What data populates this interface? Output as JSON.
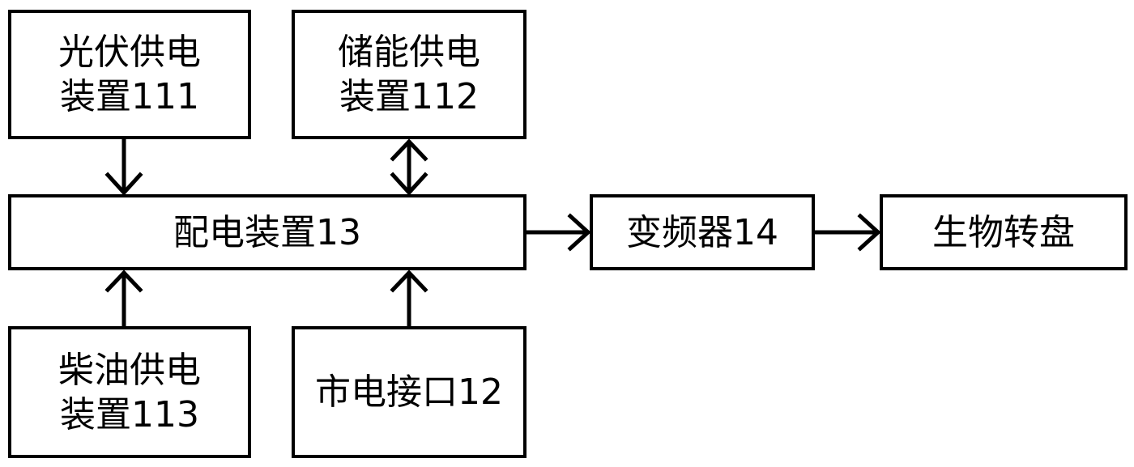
{
  "blocks": {
    "pv": {
      "line1": "光伏供电",
      "line2": "装置111"
    },
    "storage": {
      "line1": "储能供电",
      "line2": "装置112"
    },
    "distribution": {
      "label": "配电装置13"
    },
    "inverter": {
      "label": "变频器14"
    },
    "turntable": {
      "label": "生物转盘"
    },
    "diesel": {
      "line1": "柴油供电",
      "line2": "装置113"
    },
    "grid": {
      "label": "市电接口12"
    }
  }
}
